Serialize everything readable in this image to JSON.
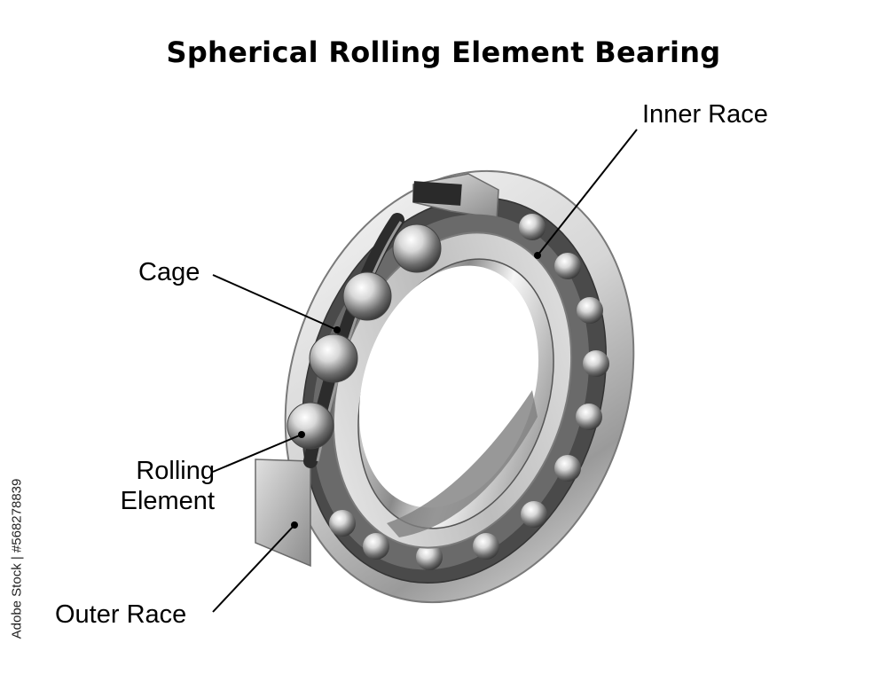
{
  "title": "Spherical Rolling Element Bearing",
  "labels": {
    "inner_race": "Inner Race",
    "cage": "Cage",
    "rolling_element_line1": "Rolling",
    "rolling_element_line2": "Element",
    "outer_race": "Outer Race"
  },
  "stock_id": "Adobe Stock | #568278839",
  "colors": {
    "text": "#000000",
    "leader": "#000000",
    "metal_light": "#f2f2f2",
    "metal_dark": "#5a5a5a"
  }
}
